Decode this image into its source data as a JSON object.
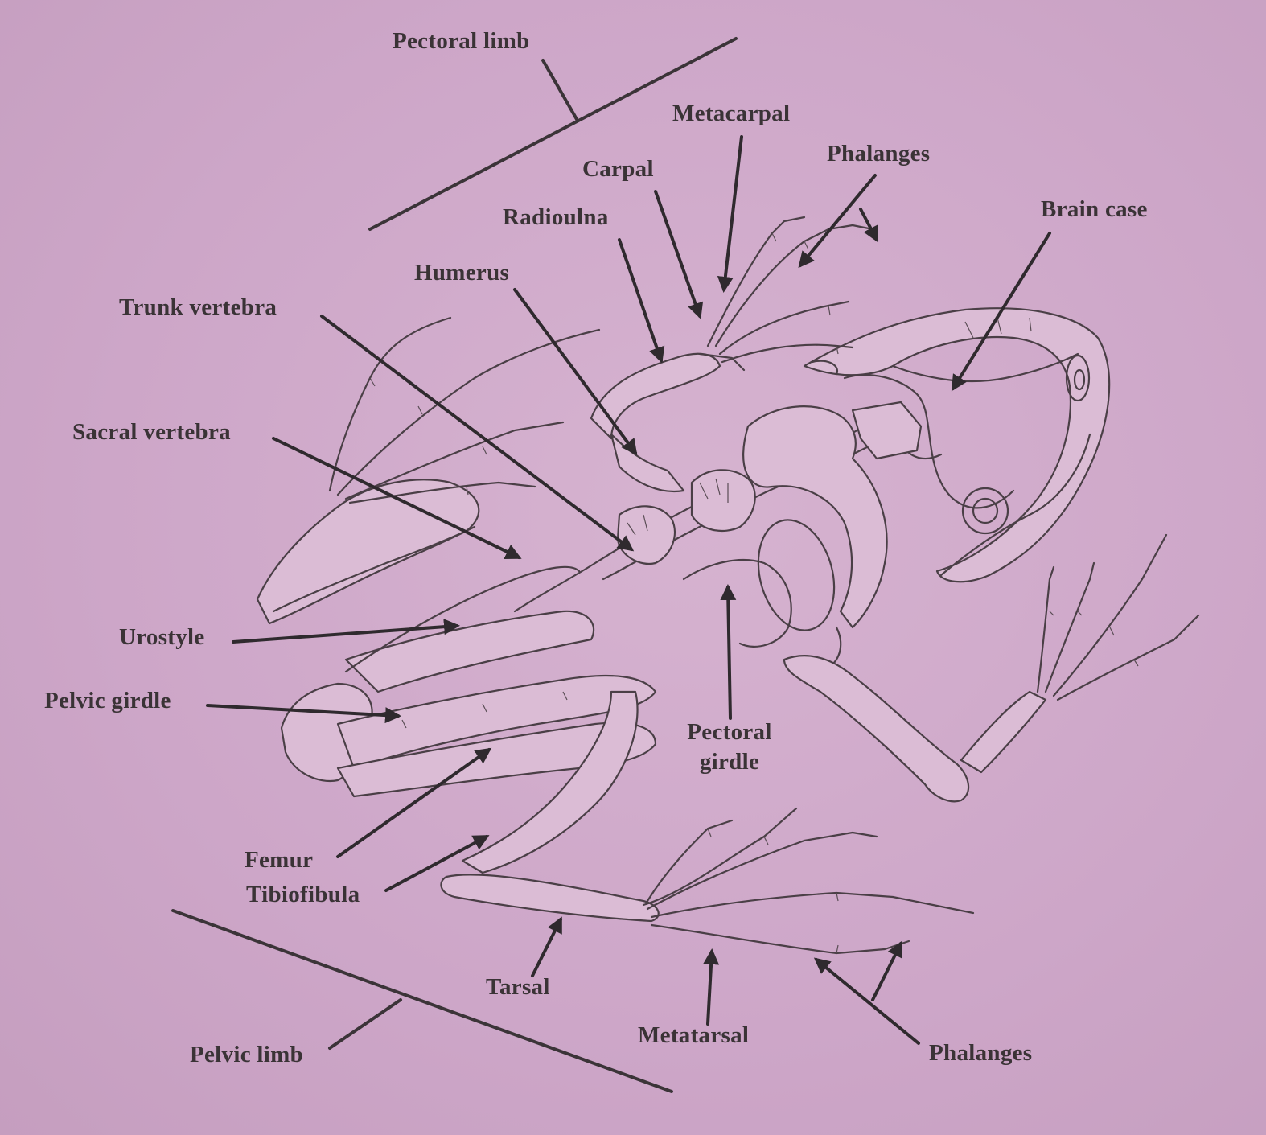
{
  "diagram": {
    "labels": {
      "pectoral_limb": "Pectoral limb",
      "metacarpal": "Metacarpal",
      "phalanges_fore": "Phalanges",
      "carpal": "Carpal",
      "radioulna": "Radioulna",
      "brain_case": "Brain case",
      "humerus": "Humerus",
      "trunk_vertebra": "Trunk vertebra",
      "sacral_vertebra": "Sacral vertebra",
      "urostyle": "Urostyle",
      "pelvic_girdle": "Pelvic girdle",
      "pectoral_girdle_line1": "Pectoral",
      "pectoral_girdle_line2": "girdle",
      "femur": "Femur",
      "tibiofibula": "Tibiofibula",
      "tarsal": "Tarsal",
      "metatarsal": "Metatarsal",
      "phalanges_hind": "Phalanges",
      "pelvic_limb": "Pelvic limb"
    },
    "colors": {
      "background": "#cfa9c9",
      "ink": "#2f2a2e",
      "bone_fill": "#dbbcd5"
    }
  }
}
